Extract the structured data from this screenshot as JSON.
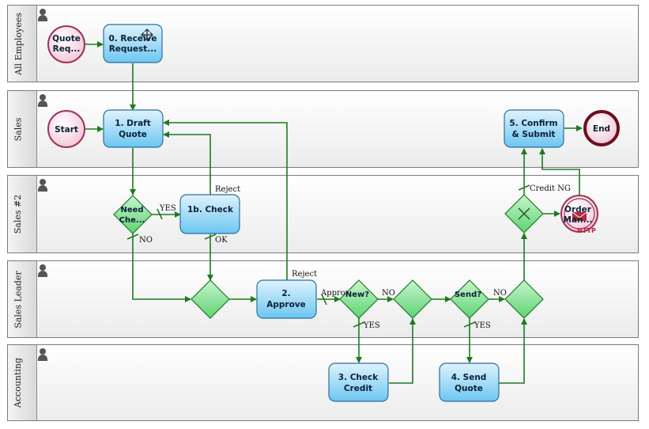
{
  "lanes": {
    "all_employees": "All Employees",
    "sales": "Sales",
    "sales2": "Sales #2",
    "sales_leader": "Sales Leader",
    "accounting": "Accounting"
  },
  "nodes": {
    "quote_request_event": [
      "Quote",
      "Req..."
    ],
    "receive_request": [
      "0. Receive",
      "Request..."
    ],
    "start_event": [
      "Start"
    ],
    "draft_quote": [
      "1. Draft",
      "Quote"
    ],
    "confirm_submit": [
      "5. Confirm",
      "& Submit"
    ],
    "end_event": [
      "End"
    ],
    "need_check_gateway": [
      "Need",
      "Che..."
    ],
    "check_1b": [
      "1b. Check"
    ],
    "order_management": [
      "Order",
      "Man..."
    ],
    "approve": [
      "2.",
      "Approve"
    ],
    "new_gateway": [
      "New?"
    ],
    "send_gateway": [
      "Send?"
    ],
    "check_credit": [
      "3. Check",
      "Credit"
    ],
    "send_quote": [
      "4. Send",
      "Quote"
    ]
  },
  "http_badge": "HTTP",
  "edge_labels": {
    "yes_need_check": "YES",
    "no_need_check": "NO",
    "reject_check": "Reject",
    "ok_check": "OK",
    "reject_approve": "Reject",
    "approve_label": "Approve",
    "no_new": "NO",
    "yes_new": "YES",
    "no_send": "NO",
    "yes_send": "YES",
    "credit_ng": "Credit NG"
  },
  "colors": {
    "flow": "#1f7a1f",
    "task_fill": "#8fd3f5",
    "gateway_fill": "#7fe08f",
    "event_fill": "#f6d6e2"
  }
}
